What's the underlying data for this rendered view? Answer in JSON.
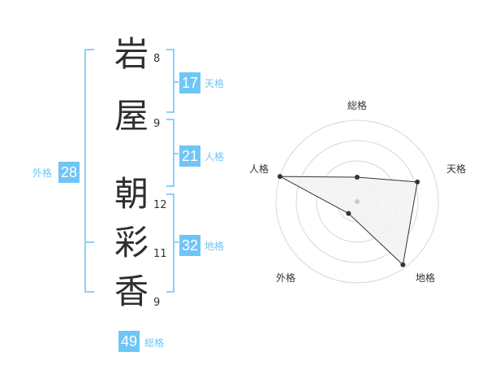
{
  "name": {
    "characters": [
      {
        "char": "岩",
        "strokes": "8"
      },
      {
        "char": "屋",
        "strokes": "9"
      },
      {
        "char": "朝",
        "strokes": "12"
      },
      {
        "char": "彩",
        "strokes": "11"
      },
      {
        "char": "香",
        "strokes": "9"
      }
    ]
  },
  "kakusu": {
    "tenkaku": {
      "value": "17",
      "label": "天格"
    },
    "jinkaku": {
      "value": "21",
      "label": "人格"
    },
    "chikaku": {
      "value": "32",
      "label": "地格"
    },
    "gaikaku": {
      "value": "28",
      "label": "外格"
    },
    "soukaku": {
      "value": "49",
      "label": "総格"
    }
  },
  "radar": {
    "axes": [
      "総格",
      "天格",
      "地格",
      "外格",
      "人格"
    ],
    "max_level": 4,
    "values": [
      1.5,
      3.9,
      4.8,
      0.9,
      5.0
    ],
    "colors": {
      "fill": "#f2f2f2",
      "stroke": "#333333",
      "grid": "#d8d8d8",
      "point": "#333333",
      "center": "#cccccc"
    }
  },
  "colors": {
    "badge": "#6fc5f6",
    "bracket": "#8fcff7"
  }
}
